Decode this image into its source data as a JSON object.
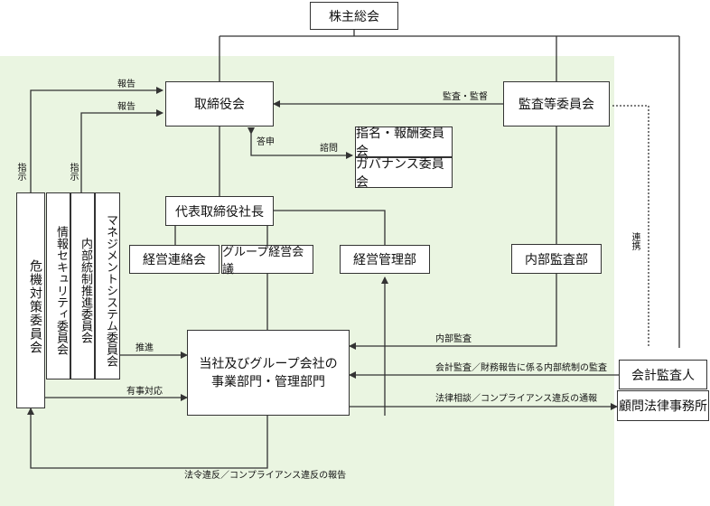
{
  "colors": {
    "group_area": "#eaf5e1",
    "line": "#333333"
  },
  "boxes": {
    "shareholders": "株主総会",
    "board": "取締役会",
    "audit_committee": "監査等委員会",
    "nomination_committee": "指名・報酬委員会",
    "governance_committee": "ガバナンス委員会",
    "president": "代表取締役社長",
    "management_liaison": "経営連絡会",
    "group_management": "グループ経営会議",
    "management_admin": "経営管理部",
    "internal_audit": "内部監査部",
    "crisis_committee": "危機対策委員会",
    "info_security": "情報セキュリティ委員会",
    "internal_control": "内部統制推進委員会",
    "management_system": "マネジメントシステム委員会",
    "business_depts_line1": "当社及びグループ会社の",
    "business_depts_line2": "事業部門・管理部門",
    "accounting_auditor": "会計監査人",
    "legal_firm": "顧問法律事務所"
  },
  "labels": {
    "report_1": "報告",
    "report_2": "報告",
    "instruct_1": "指示",
    "instruct_2": "指示",
    "audit_supervise": "監査・監督",
    "reply": "答申",
    "consult": "諮問",
    "cooperation": "連携",
    "promote": "推進",
    "emergency": "有事対応",
    "internal_audit_flow": "内部監査",
    "accounting_audit_flow": "会計監査／財務報告に係る内部統制の監査",
    "legal_consult_flow": "法律相談／コンプライアンス違反の通報",
    "violation_report": "法令違反／コンプライアンス違反の報告"
  }
}
